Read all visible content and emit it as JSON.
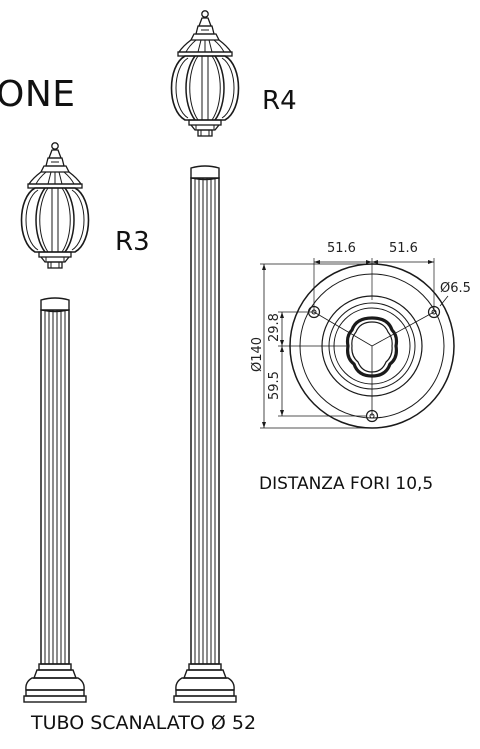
{
  "title": "ONE",
  "models": [
    {
      "id": "R3",
      "label": "R3"
    },
    {
      "id": "R4",
      "label": "R4"
    }
  ],
  "base_plate": {
    "diameter_label": "Ø140",
    "hole_diameter_label": "Ø6.5",
    "offset_left_label": "51.6",
    "offset_right_label": "51.6",
    "dim_upper_label": "29.8",
    "dim_lower_label": "59.5",
    "caption": "DISTANZA FORI 10,5"
  },
  "tube_caption": "TUBO SCANALATO Ø 52",
  "colors": {
    "line": "#1a1a1a",
    "background": "#ffffff"
  }
}
